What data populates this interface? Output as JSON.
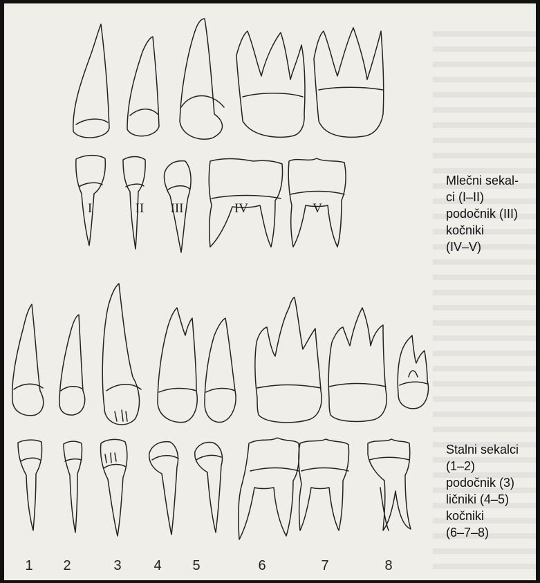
{
  "primary_caption": [
    "Mlečni sekal-",
    "ci (I–II)",
    "podočnik (III)",
    "kočniki",
    "(IV–V)"
  ],
  "permanent_caption": [
    "Stalni sekalci",
    "(1–2)",
    "podočnik (3)",
    "ličniki (4–5)",
    "kočniki",
    "(6–7–8)"
  ],
  "primary_labels": [
    "I",
    "II",
    "III",
    "IV",
    "V"
  ],
  "permanent_labels": [
    "1",
    "2",
    "3",
    "4",
    "5",
    "6",
    "7",
    "8"
  ]
}
